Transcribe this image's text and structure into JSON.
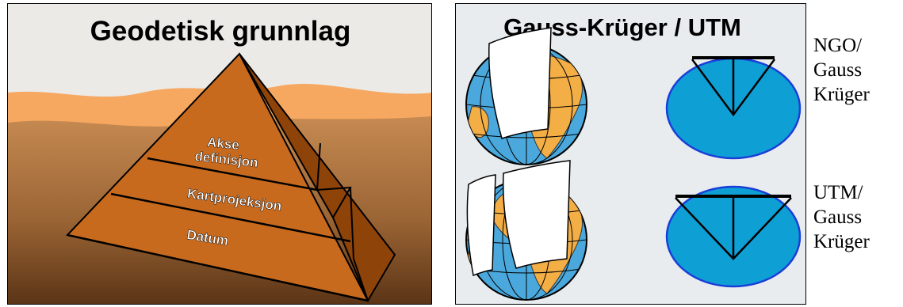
{
  "left_panel": {
    "title": "Geodetisk grunnlag",
    "pyramid_levels": [
      "Akse",
      "definisjon",
      "Kartprojeksjon",
      "Datum"
    ]
  },
  "right_panel": {
    "title": "Gauss-Krüger  /  UTM"
  },
  "side_labels": {
    "ngo": [
      "NGO/",
      "Gauss",
      "Krüger"
    ],
    "utm": [
      "UTM/",
      "Gauss",
      "Krüger"
    ]
  },
  "colors": {
    "sky": "#ebeae7",
    "hill": "#f6a760",
    "ground_top": "#c68a52",
    "ground_bottom": "#5a3416",
    "pyramid_front": "#c86a1e",
    "pyramid_side": "#8e4309",
    "ocean": "#4aa8dc",
    "land": "#f3ae45",
    "ellipse_fill": "#0ea0d5",
    "ellipse_border": "#1a3ed8"
  }
}
